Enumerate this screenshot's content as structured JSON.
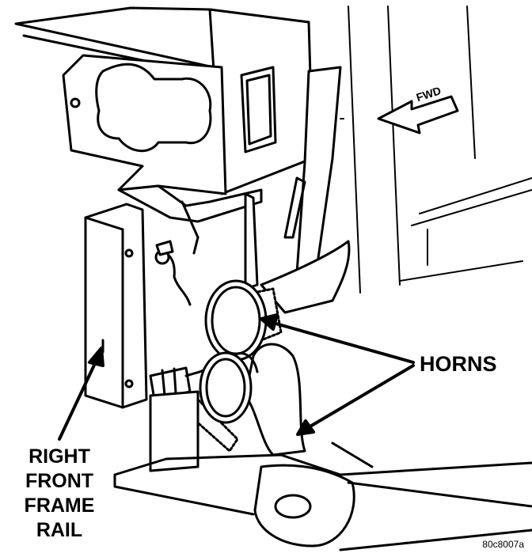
{
  "labels": {
    "horns": "HORNS",
    "rail_line1": "RIGHT",
    "rail_line2": "FRONT",
    "rail_line3": "FRAME",
    "rail_line4": "RAIL",
    "fwd": "FWD",
    "figure_code": "80c8007a"
  },
  "colors": {
    "ink": "#000000",
    "paper": "#ffffff"
  }
}
